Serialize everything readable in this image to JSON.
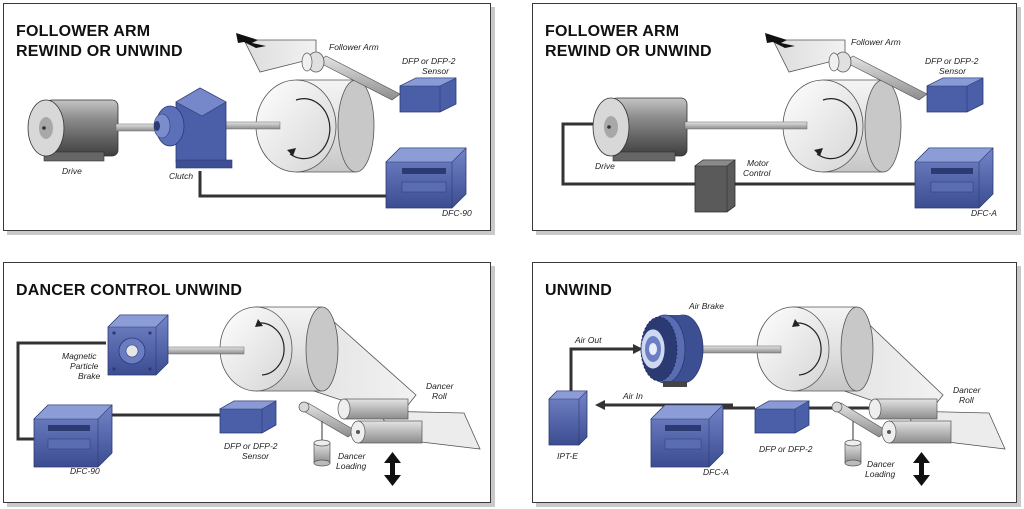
{
  "colors": {
    "blue": "#4a5fa8",
    "blue_dark": "#2c3a73",
    "gray": "#6b6b6b",
    "border": "#3a3a3a"
  },
  "panels": {
    "p1": {
      "title_l1": "FOLLOWER ARM",
      "title_l2": "REWIND OR UNWIND",
      "labels": {
        "drive": "Drive",
        "clutch": "Clutch",
        "follower_arm": "Follower Arm",
        "sensor_l1": "DFP or DFP-2",
        "sensor_l2": "Sensor",
        "controller": "DFC-90"
      }
    },
    "p2": {
      "title_l1": "FOLLOWER ARM",
      "title_l2": "REWIND OR UNWIND",
      "labels": {
        "drive": "Drive",
        "motor_control_l1": "Motor",
        "motor_control_l2": "Control",
        "follower_arm": "Follower Arm",
        "sensor_l1": "DFP or DFP-2",
        "sensor_l2": "Sensor",
        "controller": "DFC-A"
      }
    },
    "p3": {
      "title": "DANCER CONTROL UNWIND",
      "labels": {
        "brake_l1": "Magnetic",
        "brake_l2": "Particle",
        "brake_l3": "Brake",
        "controller": "DFC-90",
        "sensor_l1": "DFP or DFP-2",
        "sensor_l2": "Sensor",
        "dancer_loading_l1": "Dancer",
        "dancer_loading_l2": "Loading",
        "dancer_roll_l1": "Dancer",
        "dancer_roll_l2": "Roll"
      }
    },
    "p4": {
      "title": "UNWIND",
      "labels": {
        "air_brake": "Air Brake",
        "air_out": "Air Out",
        "air_in": "Air In",
        "ipt": "IPT-E",
        "controller": "DFC-A",
        "sensor": "DFP or DFP-2",
        "dancer_loading_l1": "Dancer",
        "dancer_loading_l2": "Loading",
        "dancer_roll_l1": "Dancer",
        "dancer_roll_l2": "Roll"
      }
    }
  }
}
